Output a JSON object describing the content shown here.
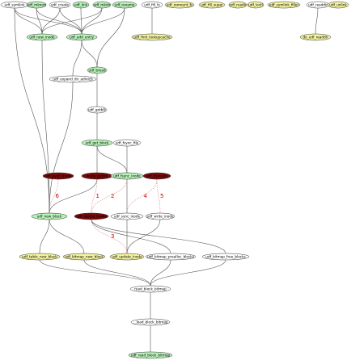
{
  "graph": {
    "colors": {
      "white": "#ffffff",
      "green": "#b8f2b8",
      "yellow": "#f3f3a0",
      "dark_red": "#7a0a0a",
      "edge": "#555555",
      "red_edge": "#e07070",
      "red_label": "#cc0000"
    },
    "nodes": [
      {
        "id": "n1",
        "label": "udf_symlink",
        "fill": "white"
      },
      {
        "id": "n2",
        "label": "udf_mknod",
        "fill": "green"
      },
      {
        "id": "n3",
        "label": "udf_create",
        "fill": "white"
      },
      {
        "id": "n4",
        "label": "udf_link",
        "fill": "green"
      },
      {
        "id": "n5",
        "label": "udf_mkdir",
        "fill": "green"
      },
      {
        "id": "n6",
        "label": "udf_rename",
        "fill": "green"
      },
      {
        "id": "n7",
        "label": "udf_fill_fs",
        "fill": "white"
      },
      {
        "id": "n8",
        "label": "udf_remount_fs",
        "fill": "yellow"
      },
      {
        "id": "n9",
        "label": "udf_fill_super",
        "fill": "yellow"
      },
      {
        "id": "n10",
        "label": "udf_readir",
        "fill": "yellow"
      },
      {
        "id": "n11",
        "label": "udf_ioctl",
        "fill": "yellow"
      },
      {
        "id": "n12",
        "label": "udf_symlink_filler",
        "fill": "yellow"
      },
      {
        "id": "n13",
        "label": "udf_readdir",
        "fill": "white"
      },
      {
        "id": "n14",
        "label": "udf_unlink",
        "fill": "yellow"
      },
      {
        "id": "n15",
        "label": "udf_new_inode",
        "fill": "green"
      },
      {
        "id": "n16",
        "label": "udf_add_entry",
        "fill": "green"
      },
      {
        "id": "n17",
        "label": "udf_find_lookupcache",
        "fill": "yellow"
      },
      {
        "id": "n18",
        "label": "do_udf_readdir",
        "fill": "yellow"
      },
      {
        "id": "n19",
        "label": "udf_bread",
        "fill": "green"
      },
      {
        "id": "n20",
        "label": "udf_expand_dir_adinicb",
        "fill": "white"
      },
      {
        "id": "n21",
        "label": "udf_getblk",
        "fill": "white"
      },
      {
        "id": "n22",
        "label": "udf_get_block",
        "fill": "green"
      },
      {
        "id": "n23",
        "label": "udf_fsync_file",
        "fill": "white"
      },
      {
        "id": "n24",
        "label": "udf_evict_inode",
        "fill": "dark_red"
      },
      {
        "id": "n25",
        "label": "inode_getblk",
        "fill": "dark_red"
      },
      {
        "id": "n26",
        "label": "udf_fsync_inode",
        "fill": "green"
      },
      {
        "id": "n27",
        "label": "udf_truncate",
        "fill": "dark_red"
      },
      {
        "id": "n28",
        "label": "udf_new_block",
        "fill": "green"
      },
      {
        "id": "n29",
        "label": "udf_delete_inode",
        "fill": "dark_red"
      },
      {
        "id": "n30",
        "label": "udf_sync_inode",
        "fill": "white"
      },
      {
        "id": "n31",
        "label": "udf_write_inode",
        "fill": "white"
      },
      {
        "id": "n32",
        "label": "udf_table_new_block",
        "fill": "yellow"
      },
      {
        "id": "n33",
        "label": "udf_bitmap_new_block",
        "fill": "yellow"
      },
      {
        "id": "n34",
        "label": "udf_update_inode",
        "fill": "yellow"
      },
      {
        "id": "n35",
        "label": "udf_bitmap_prealloc_blocks",
        "fill": "white"
      },
      {
        "id": "n36",
        "label": "udf_bitmap_free_blocks",
        "fill": "white"
      },
      {
        "id": "n37",
        "label": "read_block_bitmap",
        "fill": "white"
      },
      {
        "id": "n38",
        "label": "__load_block_bitmap",
        "fill": "white"
      },
      {
        "id": "n39",
        "label": "udf_read_block_bitmap",
        "fill": "green"
      }
    ],
    "edges": [
      {
        "from": "n1",
        "to": "n15"
      },
      {
        "from": "n2",
        "to": "n15"
      },
      {
        "from": "n3",
        "to": "n15"
      },
      {
        "from": "n4",
        "to": "n16"
      },
      {
        "from": "n5",
        "to": "n16"
      },
      {
        "from": "n6",
        "to": "n16"
      },
      {
        "from": "n2",
        "to": "n16"
      },
      {
        "from": "n3",
        "to": "n16"
      },
      {
        "from": "n5",
        "to": "n15"
      },
      {
        "from": "n1",
        "to": "n16"
      },
      {
        "from": "n7",
        "to": "n17"
      },
      {
        "from": "n13",
        "to": "n18"
      },
      {
        "from": "n6",
        "to": "n19"
      },
      {
        "from": "n16",
        "to": "n19"
      },
      {
        "from": "n16",
        "to": "n20"
      },
      {
        "from": "n19",
        "to": "n21"
      },
      {
        "from": "n21",
        "to": "n22"
      },
      {
        "from": "n22",
        "to": "n25"
      },
      {
        "from": "n23",
        "to": "n26"
      },
      {
        "from": "n22",
        "to": "n26"
      },
      {
        "from": "n15",
        "to": "n28"
      },
      {
        "from": "n20",
        "to": "n28"
      },
      {
        "from": "n25",
        "to": "n28"
      },
      {
        "from": "n1",
        "to": "n28"
      },
      {
        "from": "n26",
        "to": "n30"
      },
      {
        "from": "n30",
        "to": "n34"
      },
      {
        "from": "n31",
        "to": "n34"
      },
      {
        "from": "n28",
        "to": "n32"
      },
      {
        "from": "n28",
        "to": "n33"
      },
      {
        "from": "n29",
        "to": "n35"
      },
      {
        "from": "n29",
        "to": "n36"
      },
      {
        "from": "n33",
        "to": "n37"
      },
      {
        "from": "n35",
        "to": "n37"
      },
      {
        "from": "n36",
        "to": "n37"
      },
      {
        "from": "n32",
        "to": "n37"
      },
      {
        "from": "n37",
        "to": "n38"
      },
      {
        "from": "n38",
        "to": "n39"
      },
      {
        "from": "n24",
        "to": "n28",
        "label": "6",
        "red": true
      },
      {
        "from": "n25",
        "to": "n29",
        "label": "1",
        "red": true
      },
      {
        "from": "n26",
        "to": "n29",
        "label": "2",
        "red": true
      },
      {
        "from": "n27",
        "to": "n30",
        "label": "4",
        "red": true
      },
      {
        "from": "n27",
        "to": "n31",
        "label": "5",
        "red": true
      },
      {
        "from": "n29",
        "to": "n34",
        "label": "3",
        "red": true
      }
    ]
  }
}
